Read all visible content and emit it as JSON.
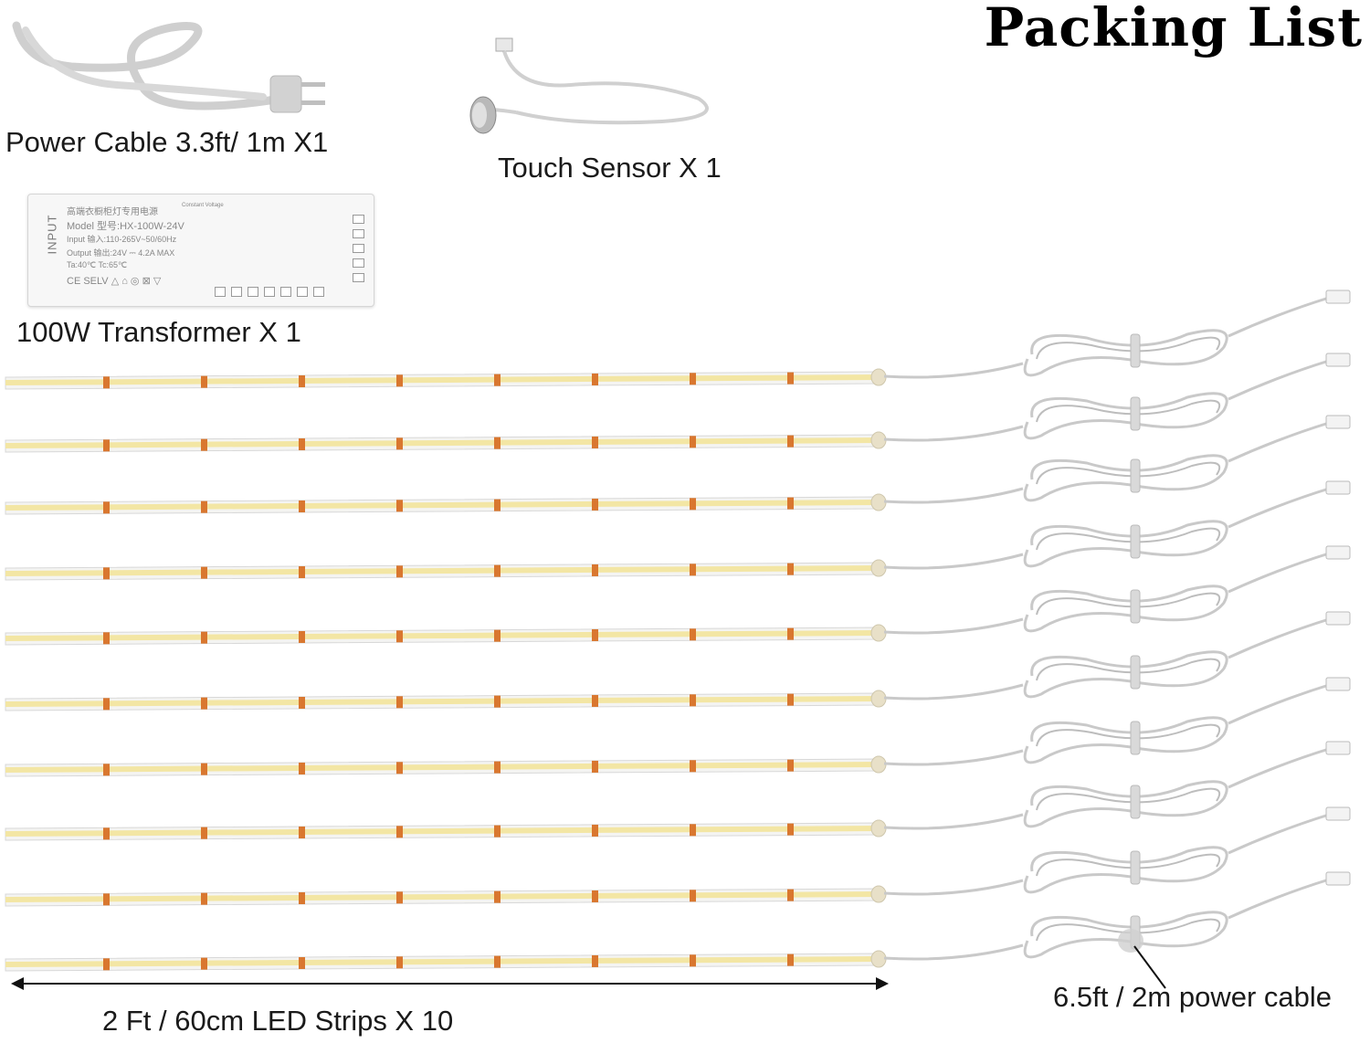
{
  "title": "Packing List",
  "items": {
    "power_cable": "Power  Cable 3.3ft/ 1m X1",
    "touch_sensor": "Touch Sensor X 1",
    "transformer": "100W Transformer X 1",
    "led_strips": "2 Ft / 60cm LED Strips X 10",
    "power_cable_2m": "6.5ft / 2m power cable"
  },
  "transformer_label": {
    "input": "INPUT",
    "header": "高端衣橱柜灯专用电源",
    "header_small": "Constant Voltage",
    "model": "Model 型号:HX-100W-24V",
    "input_spec": "Input   输入:110-265V~50/60Hz",
    "output_spec": "Output 输出:24V ⎓ 4.2A   MAX",
    "temp": "Ta:40℃  Tc:65℃",
    "certs": "CE SELV △ ⌂ ◎ ⊠ ▽"
  },
  "colors": {
    "strip_yellow": "#f3e6a4",
    "strip_body": "#f4f4f2",
    "pad_orange": "#d9772f",
    "cable_gray": "#c9c9c9"
  },
  "strip_count": 10
}
